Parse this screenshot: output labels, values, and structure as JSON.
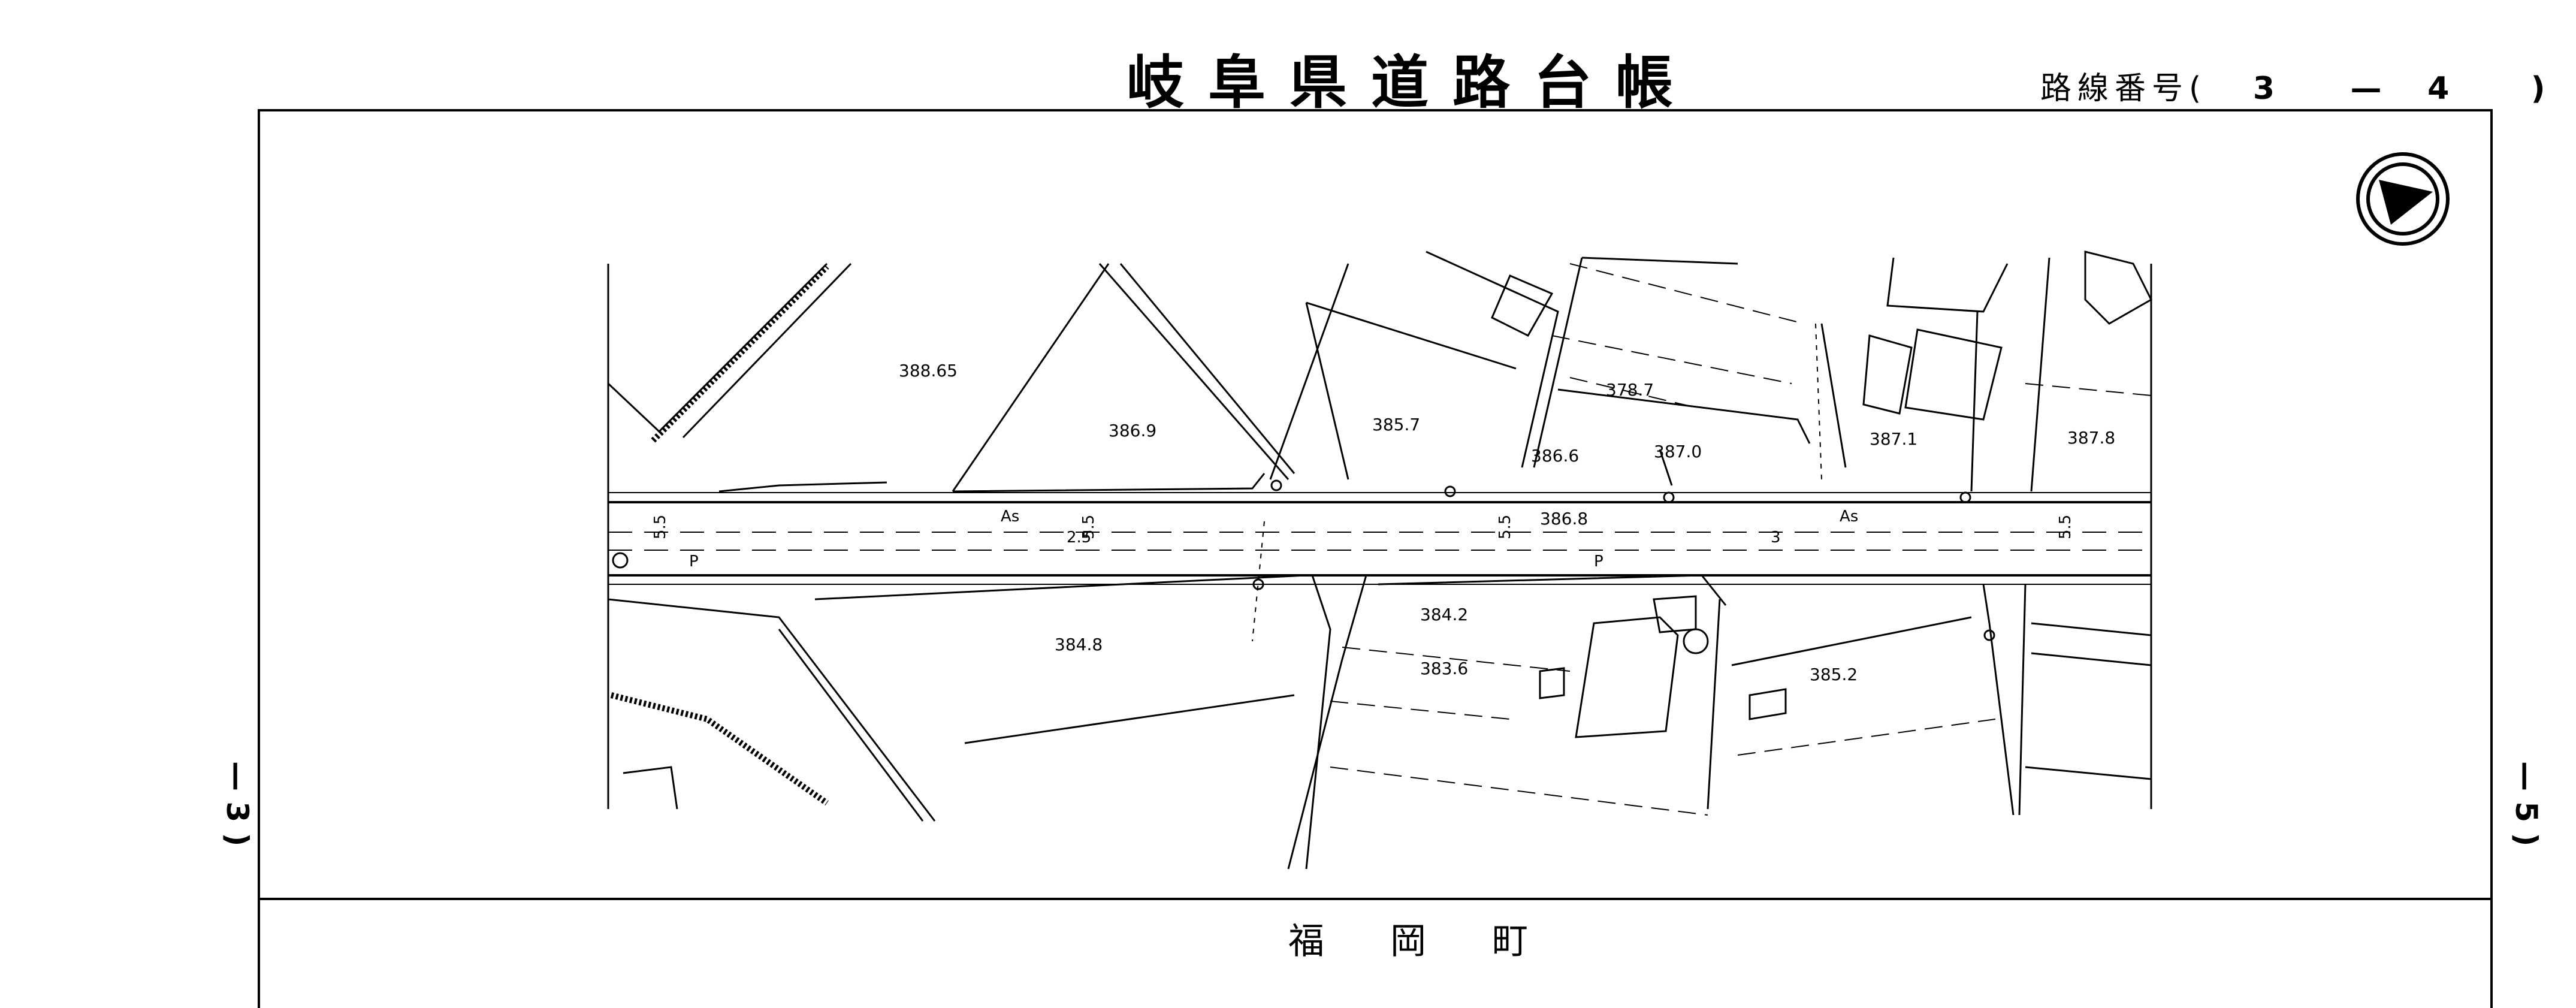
{
  "header": {
    "title": "岐阜県道路台帳",
    "route_label": "路線番号(",
    "route_major": "3",
    "route_dash": "—",
    "route_minor": "4",
    "route_close": ")"
  },
  "map": {
    "elevations": [
      "388.65",
      "386.9",
      "385.7",
      "378.7",
      "386.6",
      "387.0",
      "387.1",
      "387.8",
      "386.8",
      "384.8",
      "384.2",
      "383.6",
      "385.2"
    ],
    "pavement_labels": [
      "As",
      "As"
    ],
    "widths": [
      "5.5",
      "2.5",
      "5.5",
      "5.5",
      "5.5",
      "3"
    ],
    "markers": [
      "P",
      "P"
    ]
  },
  "footer": {
    "town": "福岡町",
    "page_left": "— 3 )",
    "page_right": "— 5 )"
  }
}
